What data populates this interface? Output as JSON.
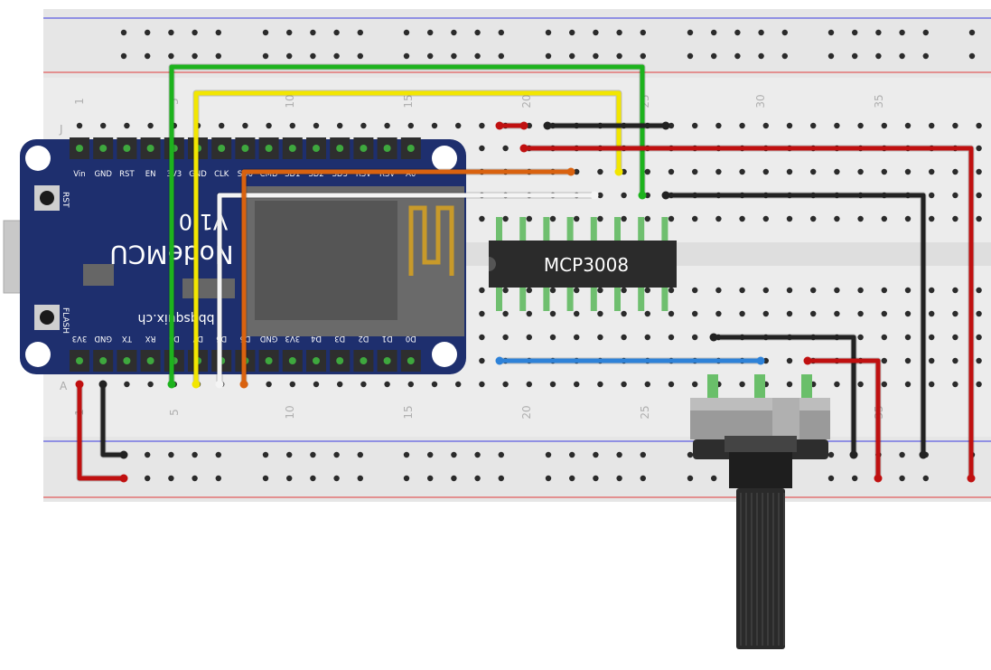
{
  "breadboard": {
    "row_letters": [
      "J",
      "A"
    ],
    "column_numbers": [
      "1",
      "5",
      "10",
      "15",
      "20",
      "25",
      "30",
      "35"
    ]
  },
  "nodemcu": {
    "name": "NodeMCU",
    "version": "V1.0",
    "website": "bbqsquix.ch",
    "top_pins": [
      "Vin",
      "GND",
      "RST",
      "EN",
      "3V3",
      "GND",
      "CLK",
      "SD0",
      "CMD",
      "SD1",
      "SD2",
      "SD3",
      "RSV",
      "RSV",
      "A0"
    ],
    "bottom_pins": [
      "3V3",
      "GND",
      "TX",
      "RX",
      "D8",
      "D7",
      "D6",
      "D5",
      "GND",
      "3V3",
      "D4",
      "D3",
      "D2",
      "D1",
      "D0"
    ],
    "button_rst": "RST",
    "button_flash": "FLASH"
  },
  "chip": {
    "label": "MCP3008"
  },
  "colors": {
    "green_wire": "#1db31d",
    "yellow_wire": "#f2e600",
    "white_wire": "#f4f4f4",
    "orange_wire": "#d9620f",
    "red_wire": "#c01010",
    "black_wire": "#222222",
    "blue_wire": "#2e82d8",
    "board_blue": "#1e2f6e",
    "breadboard": "#ebebeb"
  }
}
